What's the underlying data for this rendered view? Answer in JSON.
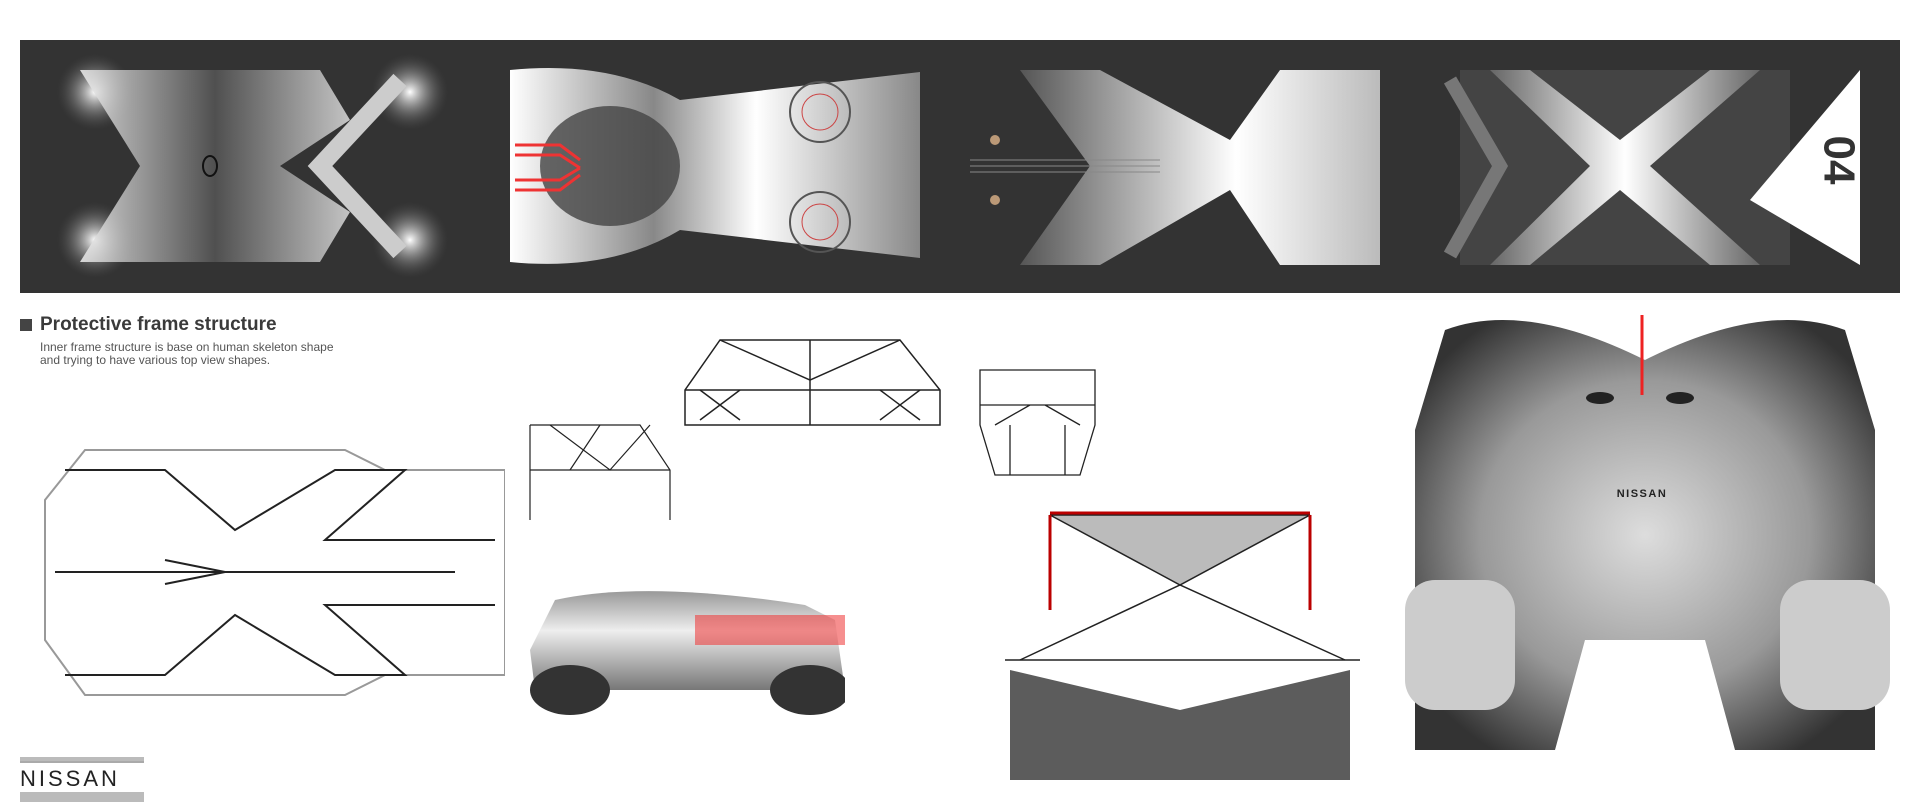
{
  "section": {
    "title": "Protective frame structure",
    "description": "Inner frame structure is base on human skeleton shape and trying to have various top view shapes."
  },
  "panel4": {
    "number": "04"
  },
  "car_badge": "NISSAN",
  "brand_logo": "NISSAN",
  "colors": {
    "band": "#333333",
    "accent_red": "#e02020",
    "text": "#3a3a3a"
  }
}
